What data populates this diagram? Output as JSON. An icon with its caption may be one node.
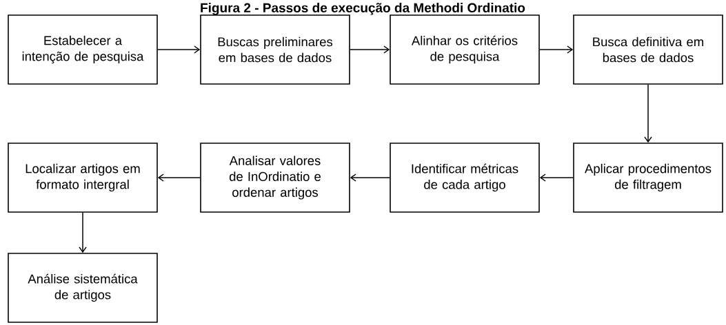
{
  "diagram": {
    "title": "Figura 2 - Passos de execução da Methodi Ordinatio",
    "nodes": [
      {
        "text": [
          "Estabelecer a intenção de pesquisa"
        ]
      },
      {
        "text": [
          "Buscas preliminares em bases de dados"
        ]
      },
      {
        "text": [
          "Alinhar os critérios de pesquisa"
        ]
      },
      {
        "text": [
          "Busca definitiva em bases de dados"
        ]
      },
      {
        "text": [
          "Aplicar procedimentos de filtragem"
        ]
      },
      {
        "text": [
          "Identificar métricas de cada artigo"
        ]
      },
      {
        "text": [
          "Analisar valores de InOrdinatio e ordenar artigos"
        ]
      },
      {
        "text": [
          "Localizar artigos em formato intergral"
        ]
      },
      {
        "text": [
          "Análise sistemática de artigos"
        ]
      }
    ],
    "edges": [
      {
        "from": 0,
        "to": 1,
        "arrow": "to"
      },
      {
        "from": 1,
        "to": 2,
        "arrow": "to"
      },
      {
        "from": 2,
        "to": 3,
        "arrow": "to"
      },
      {
        "from": 3,
        "to": 4,
        "arrow": "to"
      },
      {
        "from": 4,
        "to": 5,
        "arrow": "to"
      },
      {
        "from": 5,
        "to": 6,
        "arrow": "to"
      },
      {
        "from": 6,
        "to": 7,
        "arrow": "to"
      },
      {
        "from": 7,
        "to": 8,
        "arrow": "to"
      }
    ]
  }
}
